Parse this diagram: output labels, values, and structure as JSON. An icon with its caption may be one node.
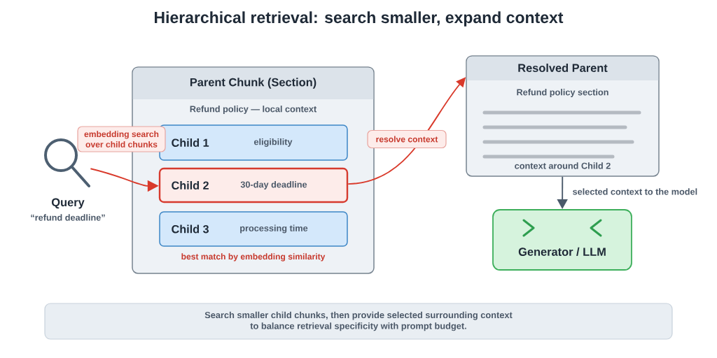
{
  "diagram": {
    "title": "Hierarchical retrieval: search smaller, expand context",
    "nodes": [
      {
        "text": [],
        "shape": "picture",
        "beside": [
          "Query",
          "“refund deadline”"
        ]
      },
      {
        "text": [
          "Parent Chunk (Section)",
          "Refund policy — local context",
          "best match by embedding similarity"
        ]
      },
      {
        "text": [
          "Child 1",
          "eligibility"
        ],
        "in": 1
      },
      {
        "text": [
          "Child 2",
          "30-day deadline"
        ],
        "in": 1
      },
      {
        "text": [
          "Child 3",
          "processing time"
        ],
        "in": 1
      },
      {
        "text": [
          "embedding search over child chunks"
        ]
      },
      {
        "text": [
          "Resolved Parent",
          "Refund policy section",
          "context around Child 2"
        ]
      },
      {
        "text": [
          "Generator / LLM"
        ]
      },
      {
        "text": [
          "Search smaller child chunks, then provide selected surrounding context to balance retrieval specificity with prompt budget."
        ]
      }
    ],
    "edges": [
      {
        "from": 0,
        "to": 3,
        "arrow": "to",
        "color": "#d93a2b"
      },
      {
        "from": 3,
        "to": 6,
        "arrow": "to",
        "label": "resolve context",
        "color": "#d93a2b"
      },
      {
        "from": 6,
        "to": 7,
        "arrow": "to",
        "label": "selected context to the model",
        "color": "#4b5a6b"
      }
    ]
  }
}
